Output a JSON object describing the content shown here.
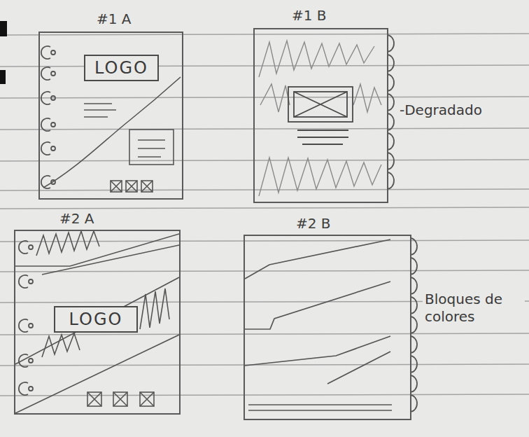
{
  "diagram": {
    "nodes": [
      {
        "text": [
          "#1 A"
        ]
      },
      {
        "text": [
          "LOGO"
        ],
        "in": 0
      },
      {
        "text": [
          "#1 B"
        ]
      },
      {
        "text": [
          "#2 A"
        ]
      },
      {
        "text": [
          "LOGO"
        ],
        "in": 3
      },
      {
        "text": [
          "#2 B"
        ]
      }
    ],
    "labels": [
      "-Degradado",
      "Bloques de colores"
    ]
  }
}
